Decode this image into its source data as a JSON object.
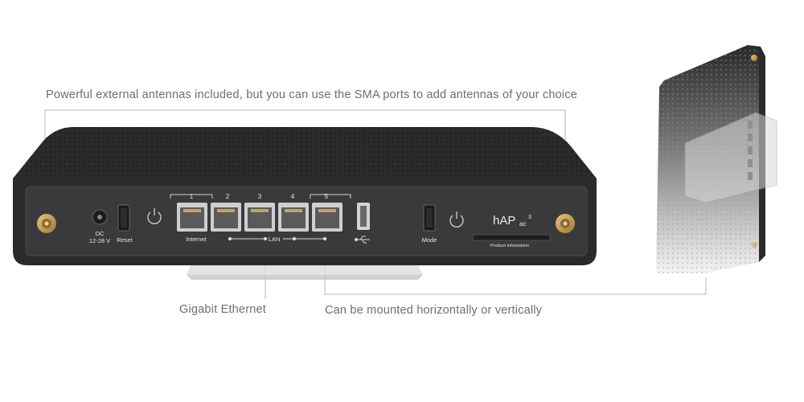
{
  "callouts": {
    "antennas": "Powerful external antennas included, but you can use the SMA ports to add antennas of your choice",
    "ethernet": "Gigabit Ethernet",
    "mounting": "Can be mounted horizontally or vertically"
  },
  "router": {
    "dc_label": "DC",
    "dc_voltage": "12-28 V",
    "reset_label": "Reset",
    "port_numbers": [
      "1",
      "2",
      "3",
      "4",
      "5"
    ],
    "internet_label": "Internet",
    "lan_label": "LAN",
    "mode_label": "Mode",
    "brand": "hAP",
    "brand_sub": "ac",
    "brand_sup": "3",
    "product_info": "Product Information"
  },
  "colors": {
    "body": "#2b2b2d",
    "panel": "#3a3a3c",
    "callout_text": "#6e6e6e",
    "leader_line": "#b5b5b5",
    "sma_gold": "#c8a35a"
  }
}
